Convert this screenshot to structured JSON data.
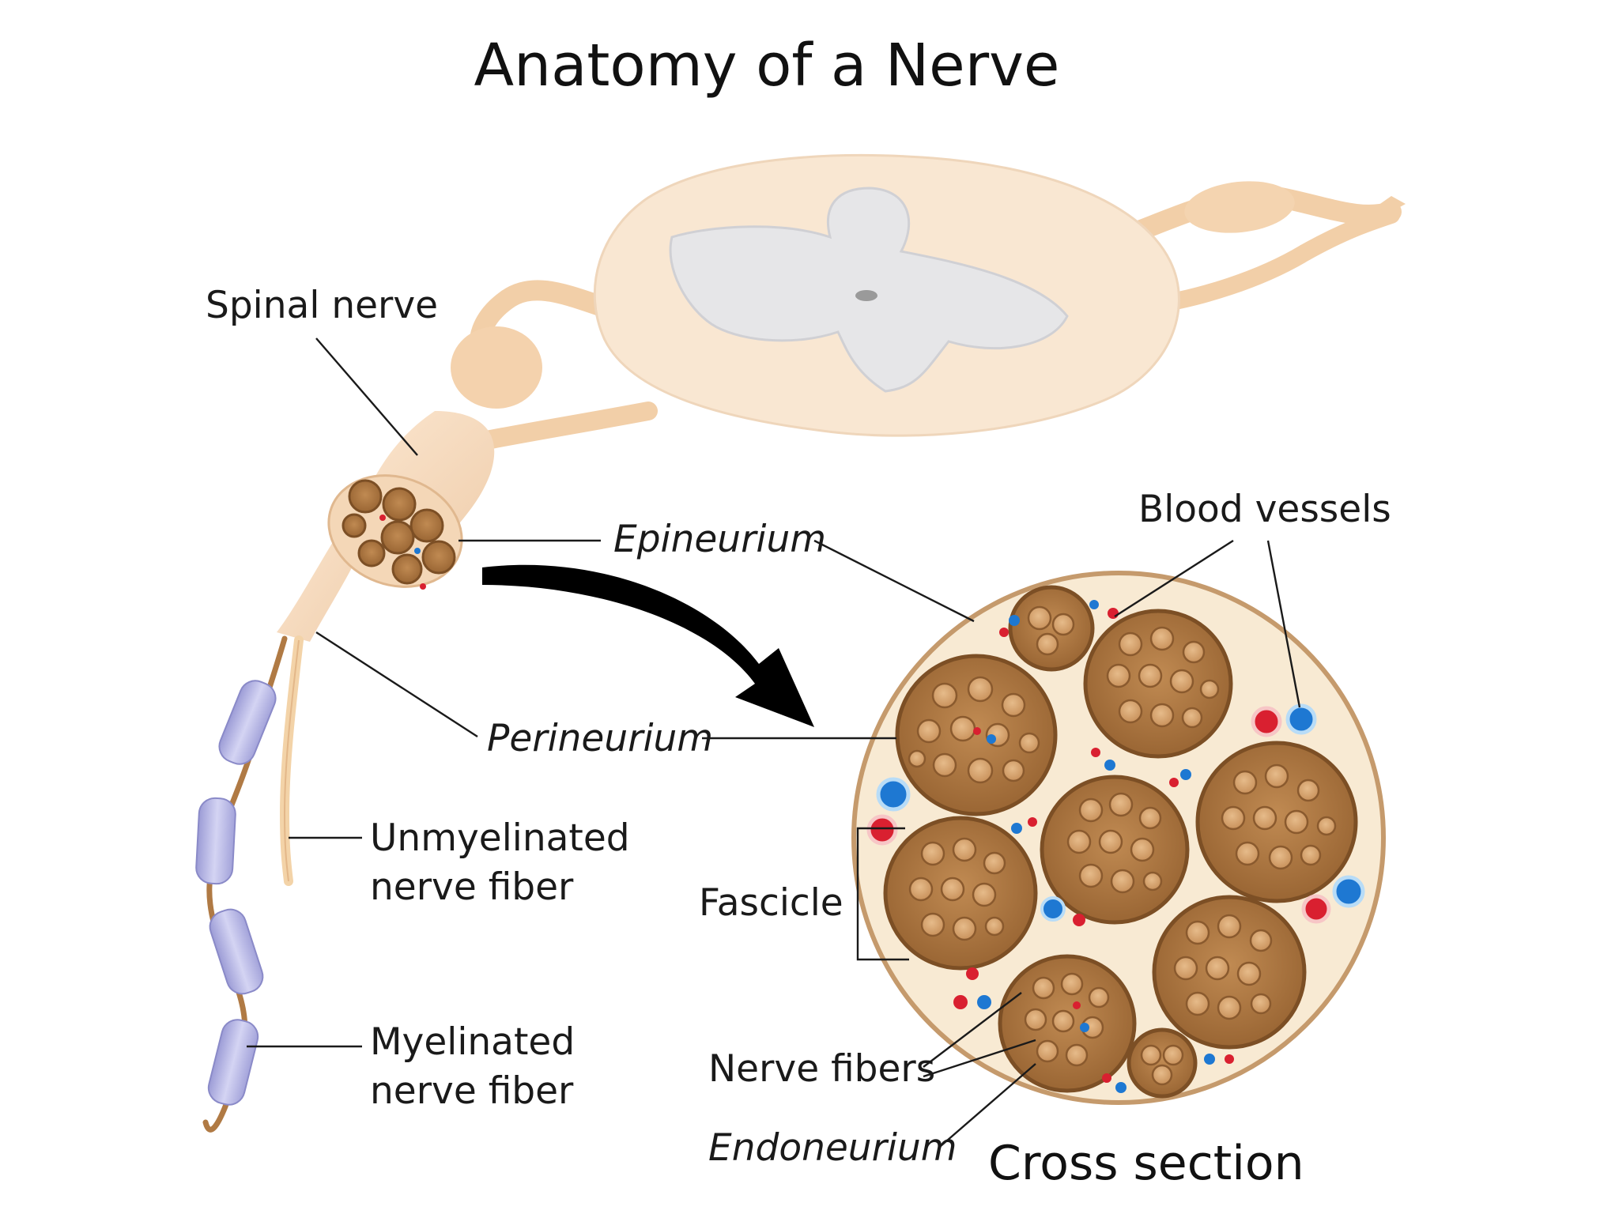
{
  "title": "Anatomy of a Nerve",
  "labels": {
    "spinal_nerve": "Spinal nerve",
    "epineurium": "Epineurium",
    "blood_vessels": "Blood vessels",
    "perineurium": "Perineurium",
    "unmyelinated_line1": "Unmyelinated",
    "unmyelinated_line2": "nerve fiber",
    "myelinated_line1": "Myelinated",
    "myelinated_line2": "nerve fiber",
    "fascicle": "Fascicle",
    "nerve_fibers": "Nerve fibers",
    "endoneurium": "Endoneurium",
    "cross_section": "Cross section"
  },
  "colors": {
    "nerve_tissue": "#f6dcc0",
    "spinal_cord": "#f9e7d2",
    "gray_matter": "#e6e6e8",
    "fascicle": "#b07a44",
    "fascicle_ring": "#8a5a2e",
    "fiber": "#d9a877",
    "cross_section_bg": "#f8ead3",
    "artery": "#d92030",
    "vein": "#1e78d2",
    "myelin": "#b9b9e6",
    "arrow": "#000000"
  }
}
